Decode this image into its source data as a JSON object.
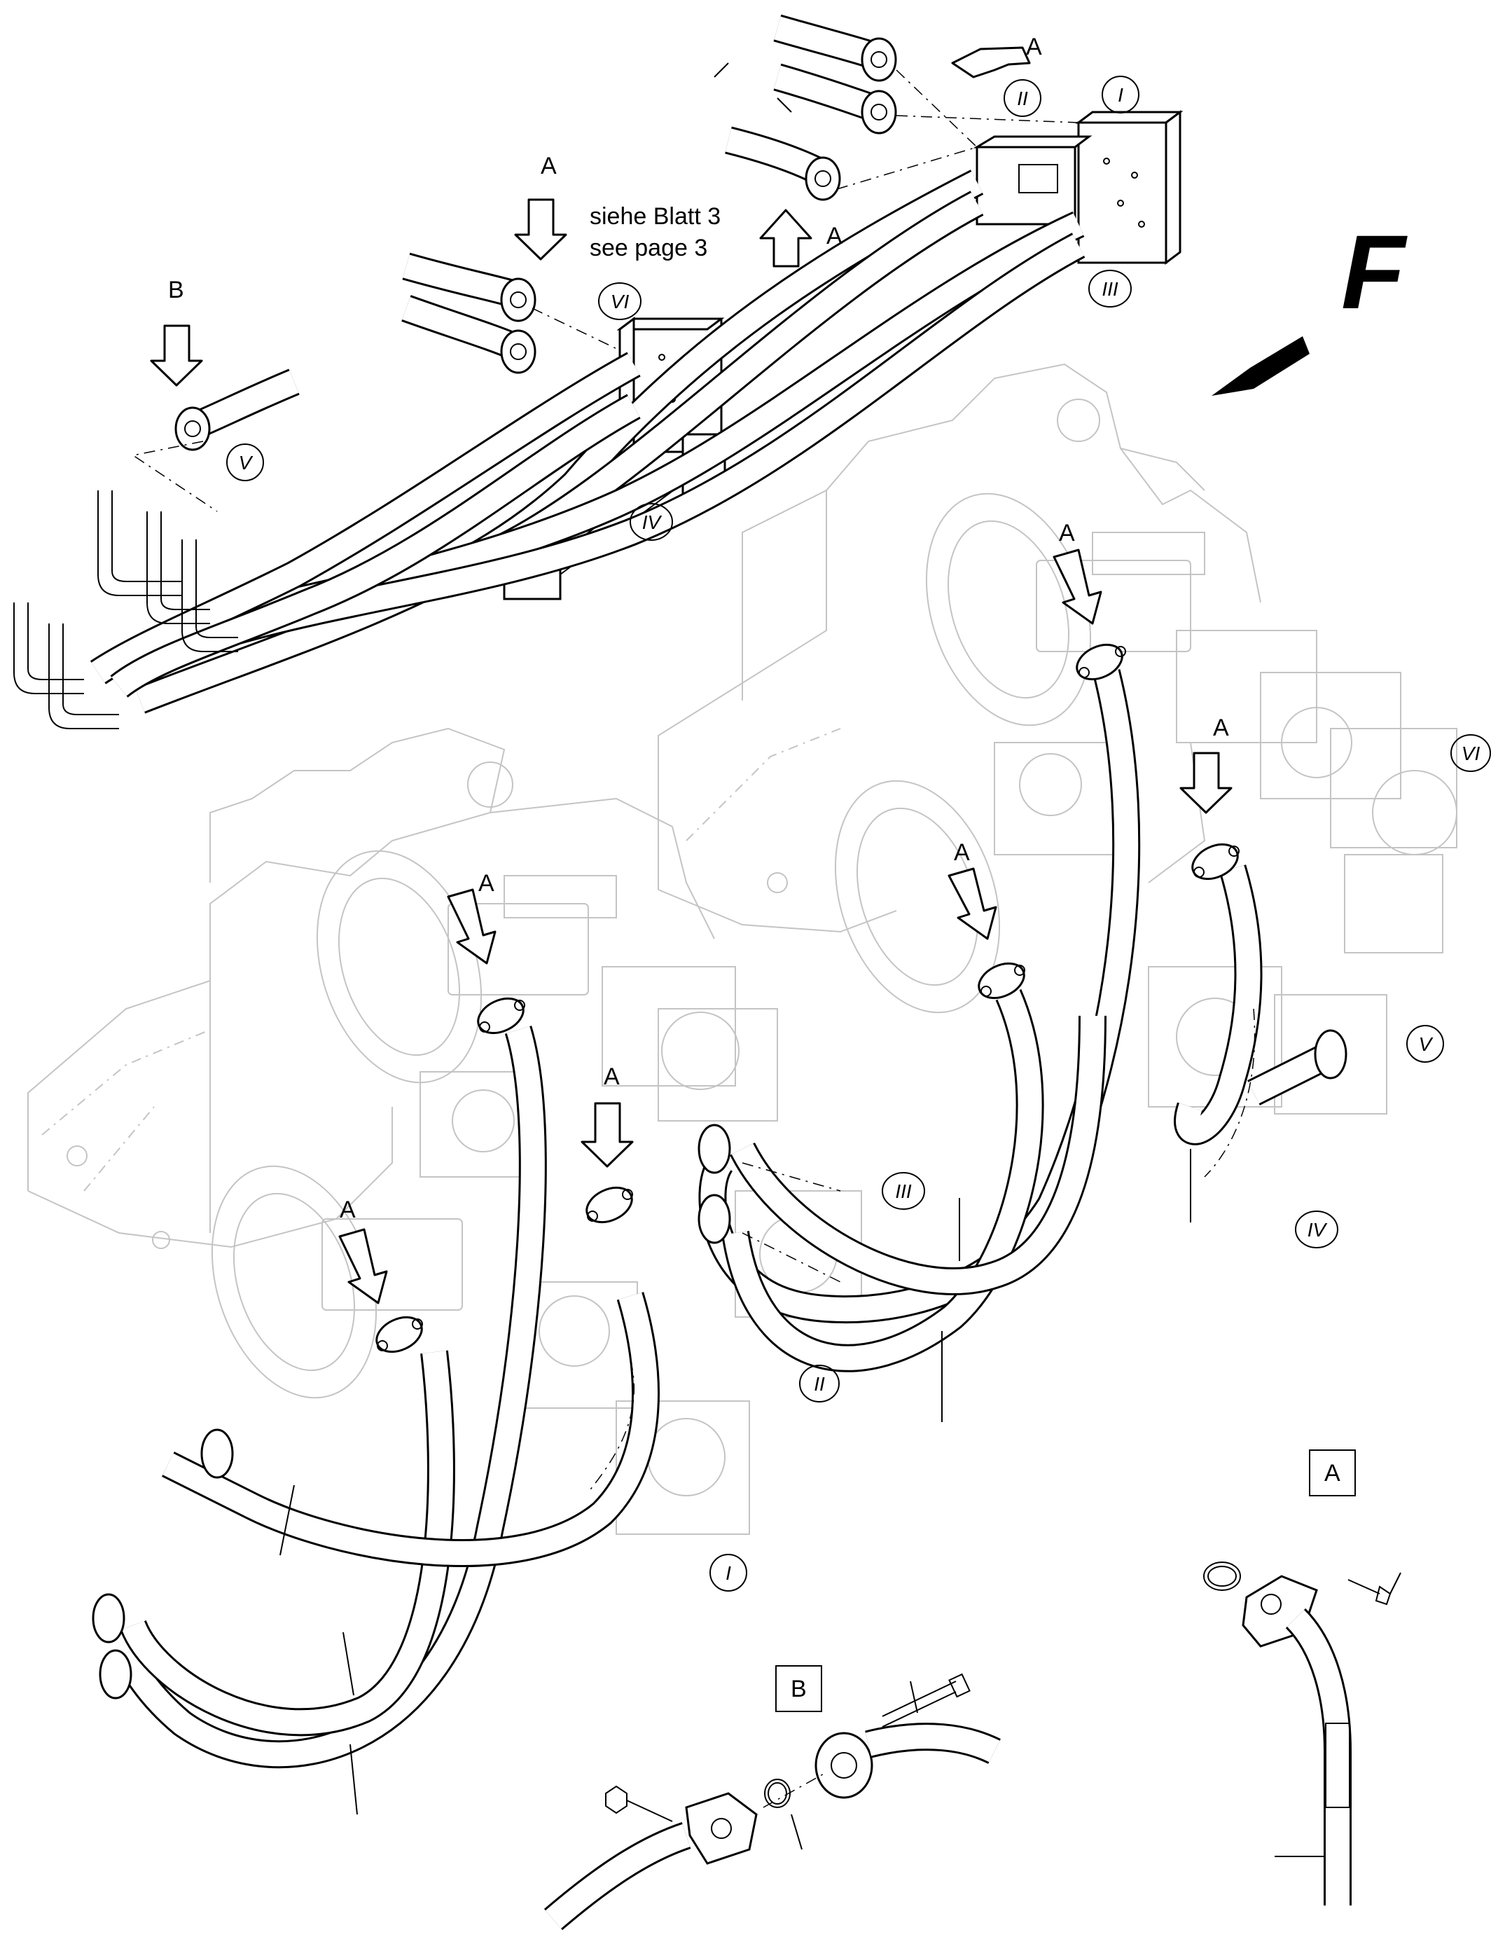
{
  "labels": {
    "note_de": "siehe Blatt 3",
    "note_en": "see page 3",
    "view_letter": "F",
    "detail_a": "A",
    "detail_b": "B",
    "arrow_a": "A",
    "arrow_b": "B"
  },
  "positions": {
    "I": "I",
    "II": "II",
    "III": "III",
    "IV": "IV",
    "V": "V",
    "VI": "VI"
  },
  "colors": {
    "line": "#000000",
    "ghost": "#c4c4c4",
    "background": "#ffffff"
  }
}
